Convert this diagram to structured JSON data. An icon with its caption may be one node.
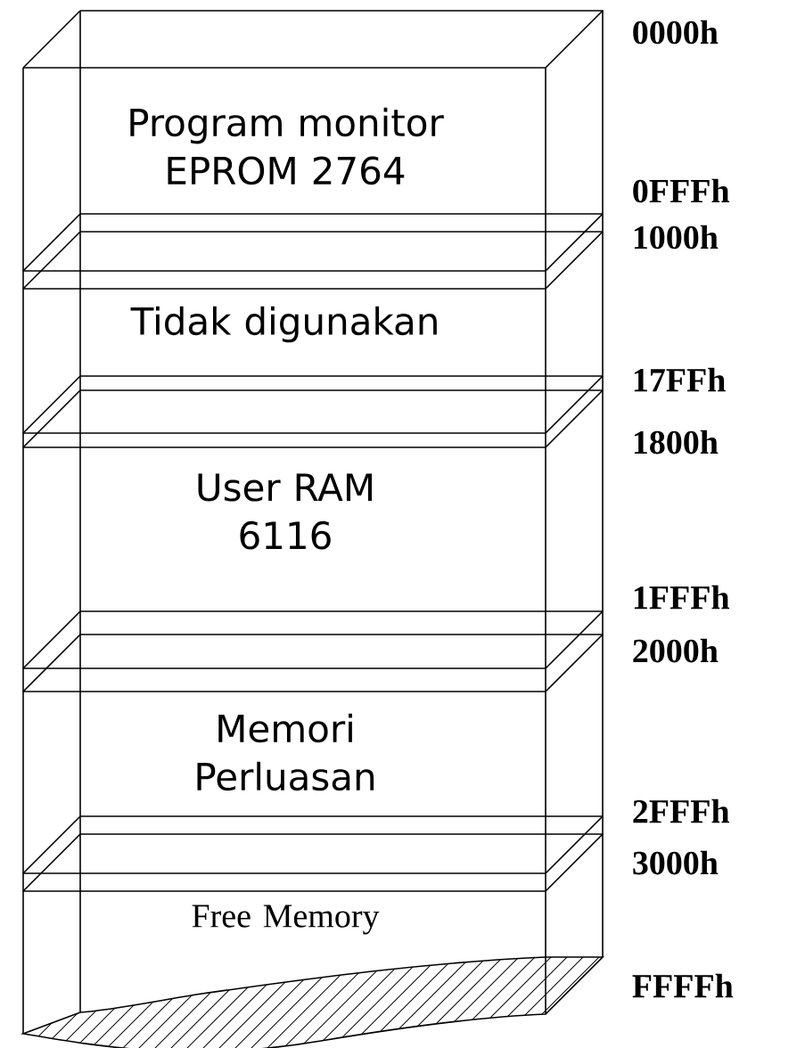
{
  "diagram": {
    "nodes": [
      {
        "text": [
          "Program monitor EPROM 2764"
        ]
      },
      {
        "text": [
          "Tidak digunakan"
        ]
      },
      {
        "text": [
          "User RAM 6116"
        ]
      },
      {
        "text": [
          "Memori Perluasan"
        ]
      },
      {
        "text": [
          "Free Memory"
        ]
      }
    ],
    "labels": [
      "0000h",
      "0FFFh",
      "1000h",
      "17FFh",
      "1800h",
      "1FFFh",
      "2000h",
      "2FFFh",
      "3000h",
      "FFFFh"
    ]
  }
}
